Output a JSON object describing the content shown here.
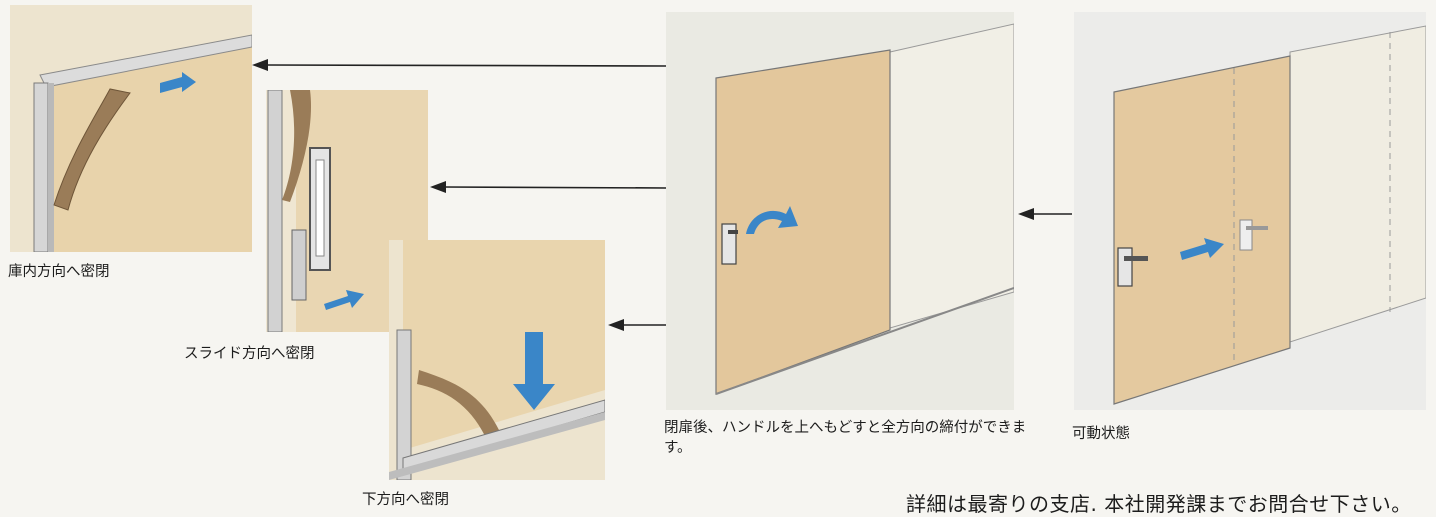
{
  "captions": {
    "seal_inward": "庫内方向へ密閉",
    "seal_slide": "スライド方向へ密閉",
    "seal_down": "下方向へ密閉",
    "closed_handle": "閉扉後、ハンドルを上へもどすと全方向の締付ができます。",
    "movable_state": "可動状態"
  },
  "footer": {
    "contact": "詳細は最寄りの支店. 本社開発課までお問合せ下さい。"
  },
  "colors": {
    "door_wood": "#e4caa4",
    "door_light": "#efe9d6",
    "arrow_blue": "#3a86c8",
    "gasket": "#9a7c58",
    "frame": "#cfcfcf"
  },
  "icons": [
    "arrow-left-icon",
    "blue-direction-arrow-icon",
    "rotate-arrow-icon"
  ]
}
